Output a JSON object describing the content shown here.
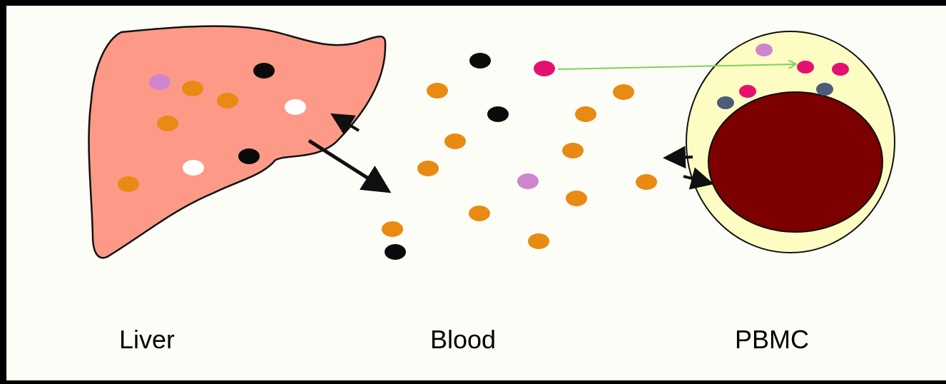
{
  "colors": {
    "background": "#fdfdf7",
    "frame": "#000000",
    "liver_fill": "#fd9a87",
    "pbmc_cytoplasm": "#fdfdc3",
    "pbmc_nucleus": "#7c0000",
    "dot_orange": "#e98a12",
    "dot_black": "#0b0b0b",
    "dot_white": "#ffffff",
    "dot_lilac": "#cd85cd",
    "dot_magenta": "#e5106f",
    "dot_slate": "#4b5b78",
    "arrow_dark": "#0f0f0f",
    "arrow_green": "#7ed25a"
  },
  "labels": {
    "liver": "Liver",
    "blood": "Blood",
    "pbmc": "PBMC"
  }
}
